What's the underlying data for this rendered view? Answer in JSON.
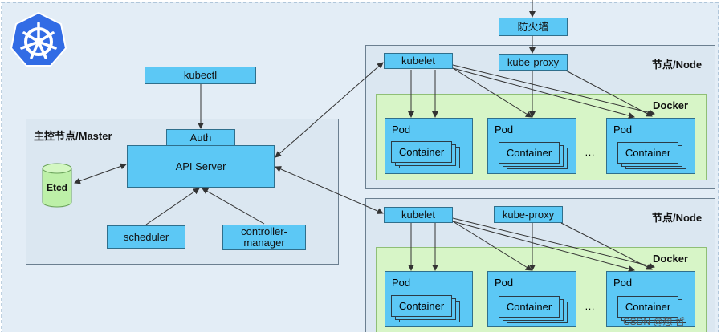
{
  "master": {
    "label": "主控节点/Master",
    "kubectl": "kubectl",
    "auth": "Auth",
    "api_server": "API Server",
    "etcd": "Etcd",
    "scheduler": "scheduler",
    "controller_manager_line1": "controller-",
    "controller_manager_line2": "manager"
  },
  "firewall": "防火墙",
  "nodes": [
    {
      "label": "节点/Node",
      "kubelet": "kubelet",
      "kube_proxy": "kube-proxy",
      "docker": "Docker",
      "pods": [
        {
          "label": "Pod",
          "container": "Container"
        },
        {
          "label": "Pod",
          "container": "Container"
        },
        {
          "label": "Pod",
          "container": "Container"
        }
      ],
      "ellipsis": "…"
    },
    {
      "label": "节点/Node",
      "kubelet": "kubelet",
      "kube_proxy": "kube-proxy",
      "docker": "Docker",
      "pods": [
        {
          "label": "Pod",
          "container": "Container"
        },
        {
          "label": "Pod",
          "container": "Container"
        },
        {
          "label": "Pod",
          "container": "Container"
        }
      ],
      "ellipsis": "…"
    }
  ],
  "watermark": "CSDN @想 哲",
  "colors": {
    "component_blue": "#5cc8f5",
    "frame_fill": "#dbe7f1",
    "docker_green": "#d7f5c7",
    "logo_blue": "#326ce5"
  }
}
